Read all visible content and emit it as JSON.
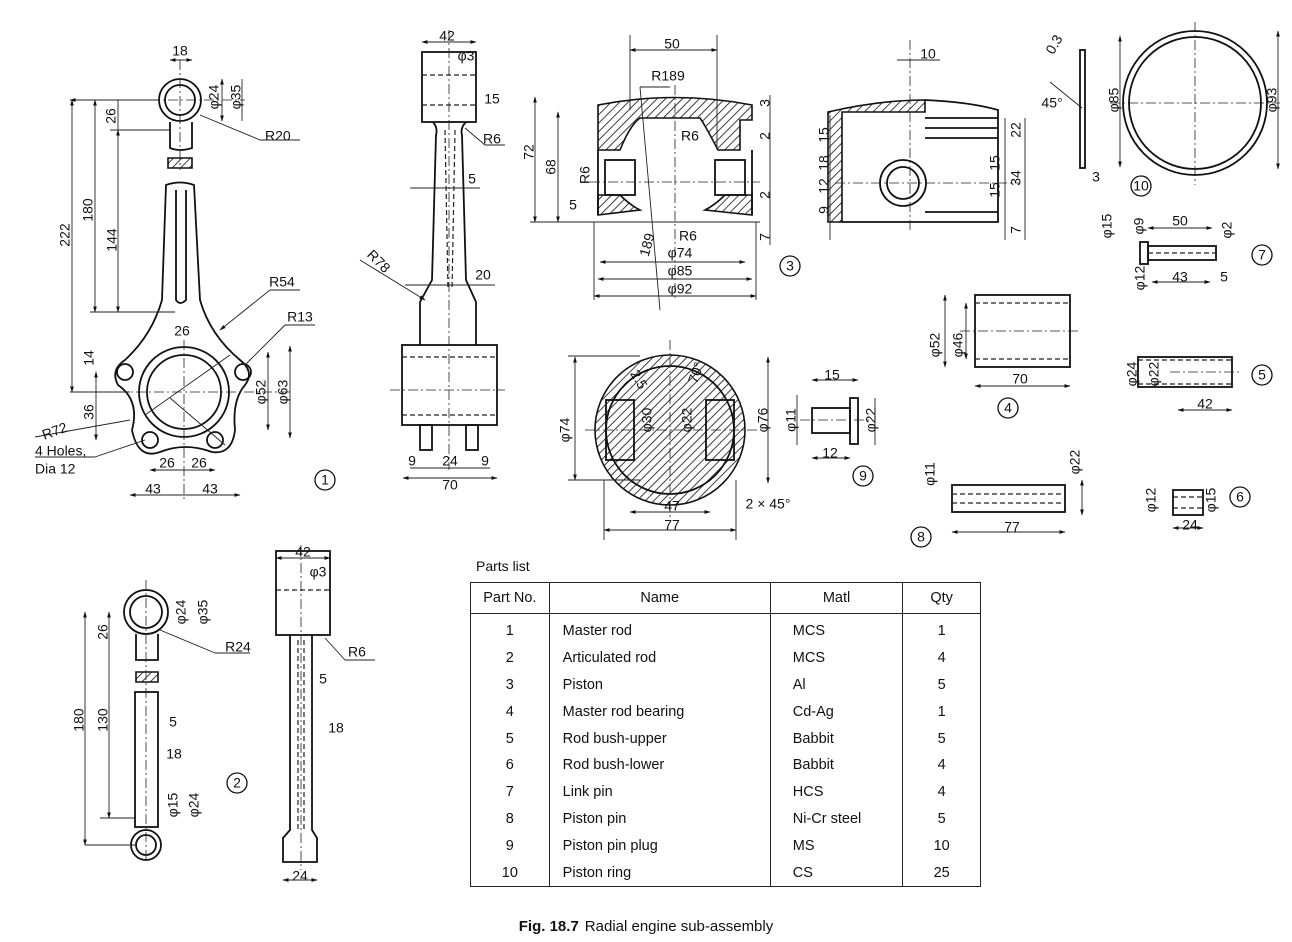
{
  "figure": {
    "label": "Fig. 18.7",
    "title": "Radial engine sub-assembly"
  },
  "part_tags": [
    "1",
    "2",
    "3",
    "4",
    "5",
    "6",
    "7",
    "8",
    "9",
    "10"
  ],
  "views": {
    "master_rod_front": {
      "labels": [
        "18",
        "φ24",
        "φ35",
        "R20",
        "26",
        "222",
        "180",
        "144",
        "R54",
        "R13",
        "26",
        "14",
        "36",
        "φ52",
        "φ63",
        "R72",
        "4 Holes,",
        "Dia 12",
        "26",
        "26",
        "43",
        "43"
      ]
    },
    "master_rod_side": {
      "labels": [
        "42",
        "φ3",
        "15",
        "R6",
        "5",
        "R78",
        "20",
        "9",
        "24",
        "9",
        "70"
      ]
    },
    "piston_section": {
      "labels": [
        "50",
        "R189",
        "72",
        "68",
        "3",
        "2",
        "R6",
        "R6",
        "5",
        "2",
        "7",
        "R6",
        "189",
        "φ74",
        "φ85",
        "φ92"
      ]
    },
    "piston_side": {
      "labels": [
        "10",
        "15",
        "18",
        "12",
        "9",
        "22",
        "15",
        "15",
        "34",
        "7"
      ]
    },
    "piston_plan": {
      "labels": [
        "φ74",
        "2.5",
        "70°",
        "φ30",
        "φ22",
        "φ76",
        "47",
        "2 × 45°",
        "77"
      ]
    },
    "piston_pin_plug": {
      "labels": [
        "15",
        "φ11",
        "φ22",
        "12"
      ]
    },
    "master_rod_bearing": {
      "labels": [
        "φ52",
        "φ46",
        "70"
      ]
    },
    "rod_bush_upper": {
      "labels": [
        "φ24",
        "φ22",
        "42"
      ]
    },
    "rod_bush_lower": {
      "labels": [
        "φ12",
        "φ15",
        "24"
      ]
    },
    "link_pin": {
      "labels": [
        "φ15",
        "φ9",
        "50",
        "φ2",
        "φ12",
        "43",
        "5"
      ]
    },
    "piston_pin": {
      "labels": [
        "φ11",
        "φ22",
        "77"
      ]
    },
    "piston_ring": {
      "labels": [
        "0.3",
        "45°",
        "3",
        "φ85",
        "φ93"
      ]
    },
    "articulated_rod_front": {
      "labels": [
        "φ24",
        "φ35",
        "26",
        "R24",
        "180",
        "130",
        "5",
        "18",
        "φ15",
        "φ24"
      ]
    },
    "articulated_rod_side": {
      "labels": [
        "42",
        "φ3",
        "R6",
        "5",
        "18",
        "24"
      ]
    }
  },
  "parts_list": {
    "title": "Parts list",
    "headers": [
      "Part No.",
      "Name",
      "Matl",
      "Qty"
    ],
    "rows": [
      [
        "1",
        "Master rod",
        "MCS",
        "1"
      ],
      [
        "2",
        "Articulated rod",
        "MCS",
        "4"
      ],
      [
        "3",
        "Piston",
        "Al",
        "5"
      ],
      [
        "4",
        "Master rod bearing",
        "Cd-Ag",
        "1"
      ],
      [
        "5",
        "Rod bush-upper",
        "Babbit",
        "5"
      ],
      [
        "6",
        "Rod bush-lower",
        "Babbit",
        "4"
      ],
      [
        "7",
        "Link pin",
        "HCS",
        "4"
      ],
      [
        "8",
        "Piston pin",
        "Ni-Cr steel",
        "5"
      ],
      [
        "9",
        "Piston pin plug",
        "MS",
        "10"
      ],
      [
        "10",
        "Piston ring",
        "CS",
        "25"
      ]
    ]
  }
}
